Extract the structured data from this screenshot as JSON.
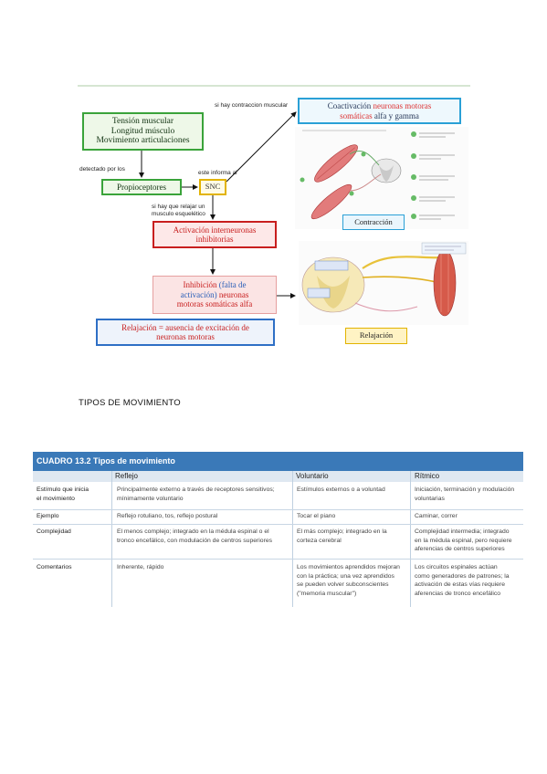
{
  "concept_map": {
    "tension_box": {
      "line1": "Tensión muscular",
      "line2": "Longitud músculo",
      "line3": "Movimiento articulaciones"
    },
    "detected_by": "detectado por los",
    "propioceptores": "Propioceptores",
    "sends_to": "este informa al",
    "snc": "SNC",
    "if_contraction": "si hay contraccion muscular",
    "coactivation": {
      "prefix": "Coactivación ",
      "red": "neuronas motoras",
      "red2": "somáticas",
      "suffix": " alfa y gamma"
    },
    "if_relax": {
      "line1": "si hay que relajar un",
      "line2": "musculo esquelético"
    },
    "activation_box": {
      "line1": "Activación interneuronas",
      "line2": "inhibitorias"
    },
    "inhibition_box": {
      "prefix": "Inhibición ",
      "blue": "(falta de",
      "blue2": "activación)",
      "suffix1": " neuronas",
      "line3": "motoras somáticas alfa"
    },
    "relaxation_box": {
      "line1": "Relajación = ausencia de excitación de",
      "line2": "neuronas motoras"
    },
    "contraction_label": "Contracción",
    "relaxation_label": "Relajación"
  },
  "section_title": "TIPOS DE MOVIMIENTO",
  "table": {
    "caption": "CUADRO 13.2 Tipos de movimiento",
    "headers": [
      "Reflejo",
      "Voluntario",
      "Rítmico"
    ],
    "rows": [
      {
        "label": "Estímulo que inicia\nel movimiento",
        "reflejo": "Principalmente externo a través de receptores sensitivos;\nmínimamente voluntario",
        "voluntario": "Estímulos externos o a voluntad",
        "ritmico": "Iniciación, terminación y modulación\nvoluntarias"
      },
      {
        "label": "Ejemplo",
        "reflejo": "Reflejo rotuliano, tos, reflejo postural",
        "voluntario": "Tocar el piano",
        "ritmico": "Caminar, correr"
      },
      {
        "label": "Complejidad",
        "reflejo": "El menos complejo; integrado en la médula espinal o el\ntronco encefálico, con modulación de centros superiores",
        "voluntario": "El más complejo; integrado en la\ncorteza cerebral",
        "ritmico": "Complejidad intermedia; integrado\nen la médula espinal, pero requiere\naferencias de centros superiores"
      },
      {
        "label": "Comentarios",
        "reflejo": "Inherente, rápido",
        "voluntario": "Los movimientos aprendidos mejoran\ncon la práctica; una vez aprendidos\nse pueden volver subconscientes\n(\"memoria muscular\")",
        "ritmico": "Los circuitos espinales actúan\ncomo generadores de patrones; la\nactivación de estas vías requiere\naferencias de tronco encefálico"
      }
    ]
  }
}
